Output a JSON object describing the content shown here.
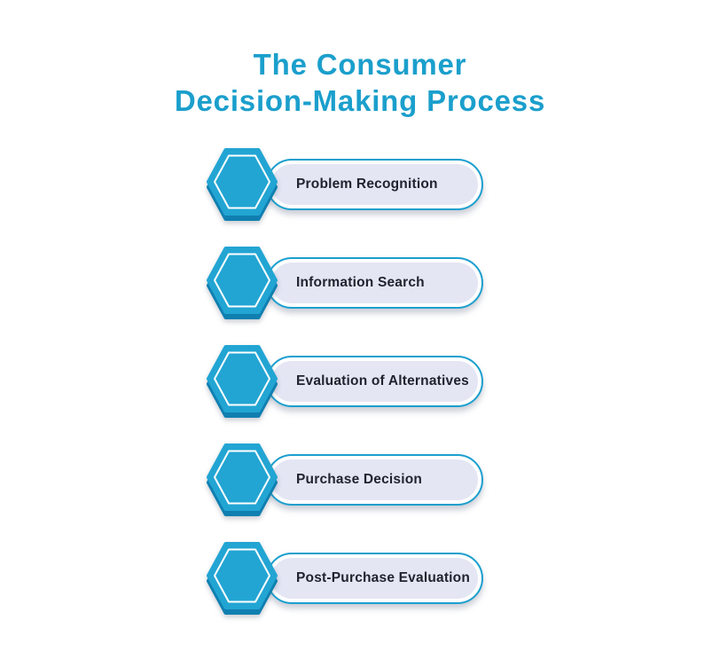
{
  "page": {
    "background": "#ffffff"
  },
  "title": {
    "line1": "The Consumer",
    "line2": "Decision-Making Process",
    "color": "#1b9fcc"
  },
  "steps": [
    {
      "label": "Problem Recognition",
      "icon": "idea-lightbulb-gear-icon"
    },
    {
      "label": "Information Search",
      "icon": "magnifier-info-icon"
    },
    {
      "label": "Evaluation of Alternatives",
      "icon": "documents-check-magnifier-icon"
    },
    {
      "label": "Purchase Decision",
      "icon": "shopping-bag-check-icon"
    },
    {
      "label": "Post-Purchase Evaluation",
      "icon": "circle-check-icon"
    }
  ],
  "colors": {
    "hex_fill": "#22a5d3",
    "hex_shade": "#0f7fb0",
    "pill_border": "#1b9fce",
    "pill_fill": "#e4e6f4",
    "label_color": "#21242f",
    "icon_stroke": "#ffffff"
  }
}
